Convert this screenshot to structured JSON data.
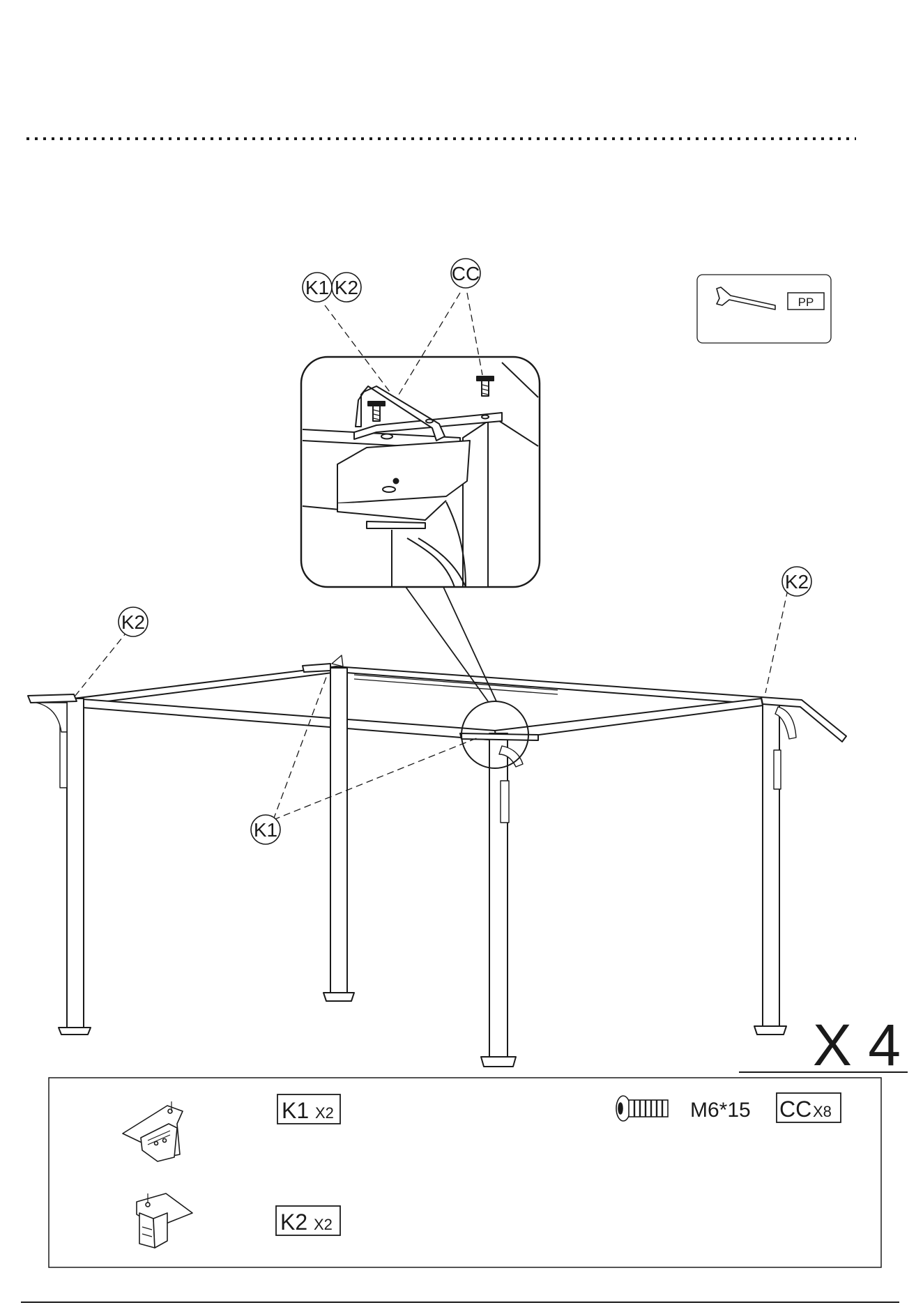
{
  "diagram": {
    "callouts": {
      "k1k2_first": "K1",
      "k1k2_second": "K2",
      "cc": "CC",
      "k2_left": "K2",
      "k2_right": "K2",
      "k1_bottom": "K1"
    },
    "tool_box": {
      "label": "PP",
      "icon": "allen-key-icon"
    },
    "multiplier": "X 4"
  },
  "parts": [
    {
      "code": "K1",
      "qty": "X2",
      "icon": "corner-bracket-k1-icon"
    },
    {
      "code": "K2",
      "qty": "X2",
      "icon": "corner-bracket-k2-icon"
    },
    {
      "spec": "M6*15",
      "code": "CC",
      "qty": "X8",
      "icon": "bolt-icon"
    }
  ],
  "colors": {
    "ink": "#1a1a1a",
    "background": "#ffffff"
  }
}
